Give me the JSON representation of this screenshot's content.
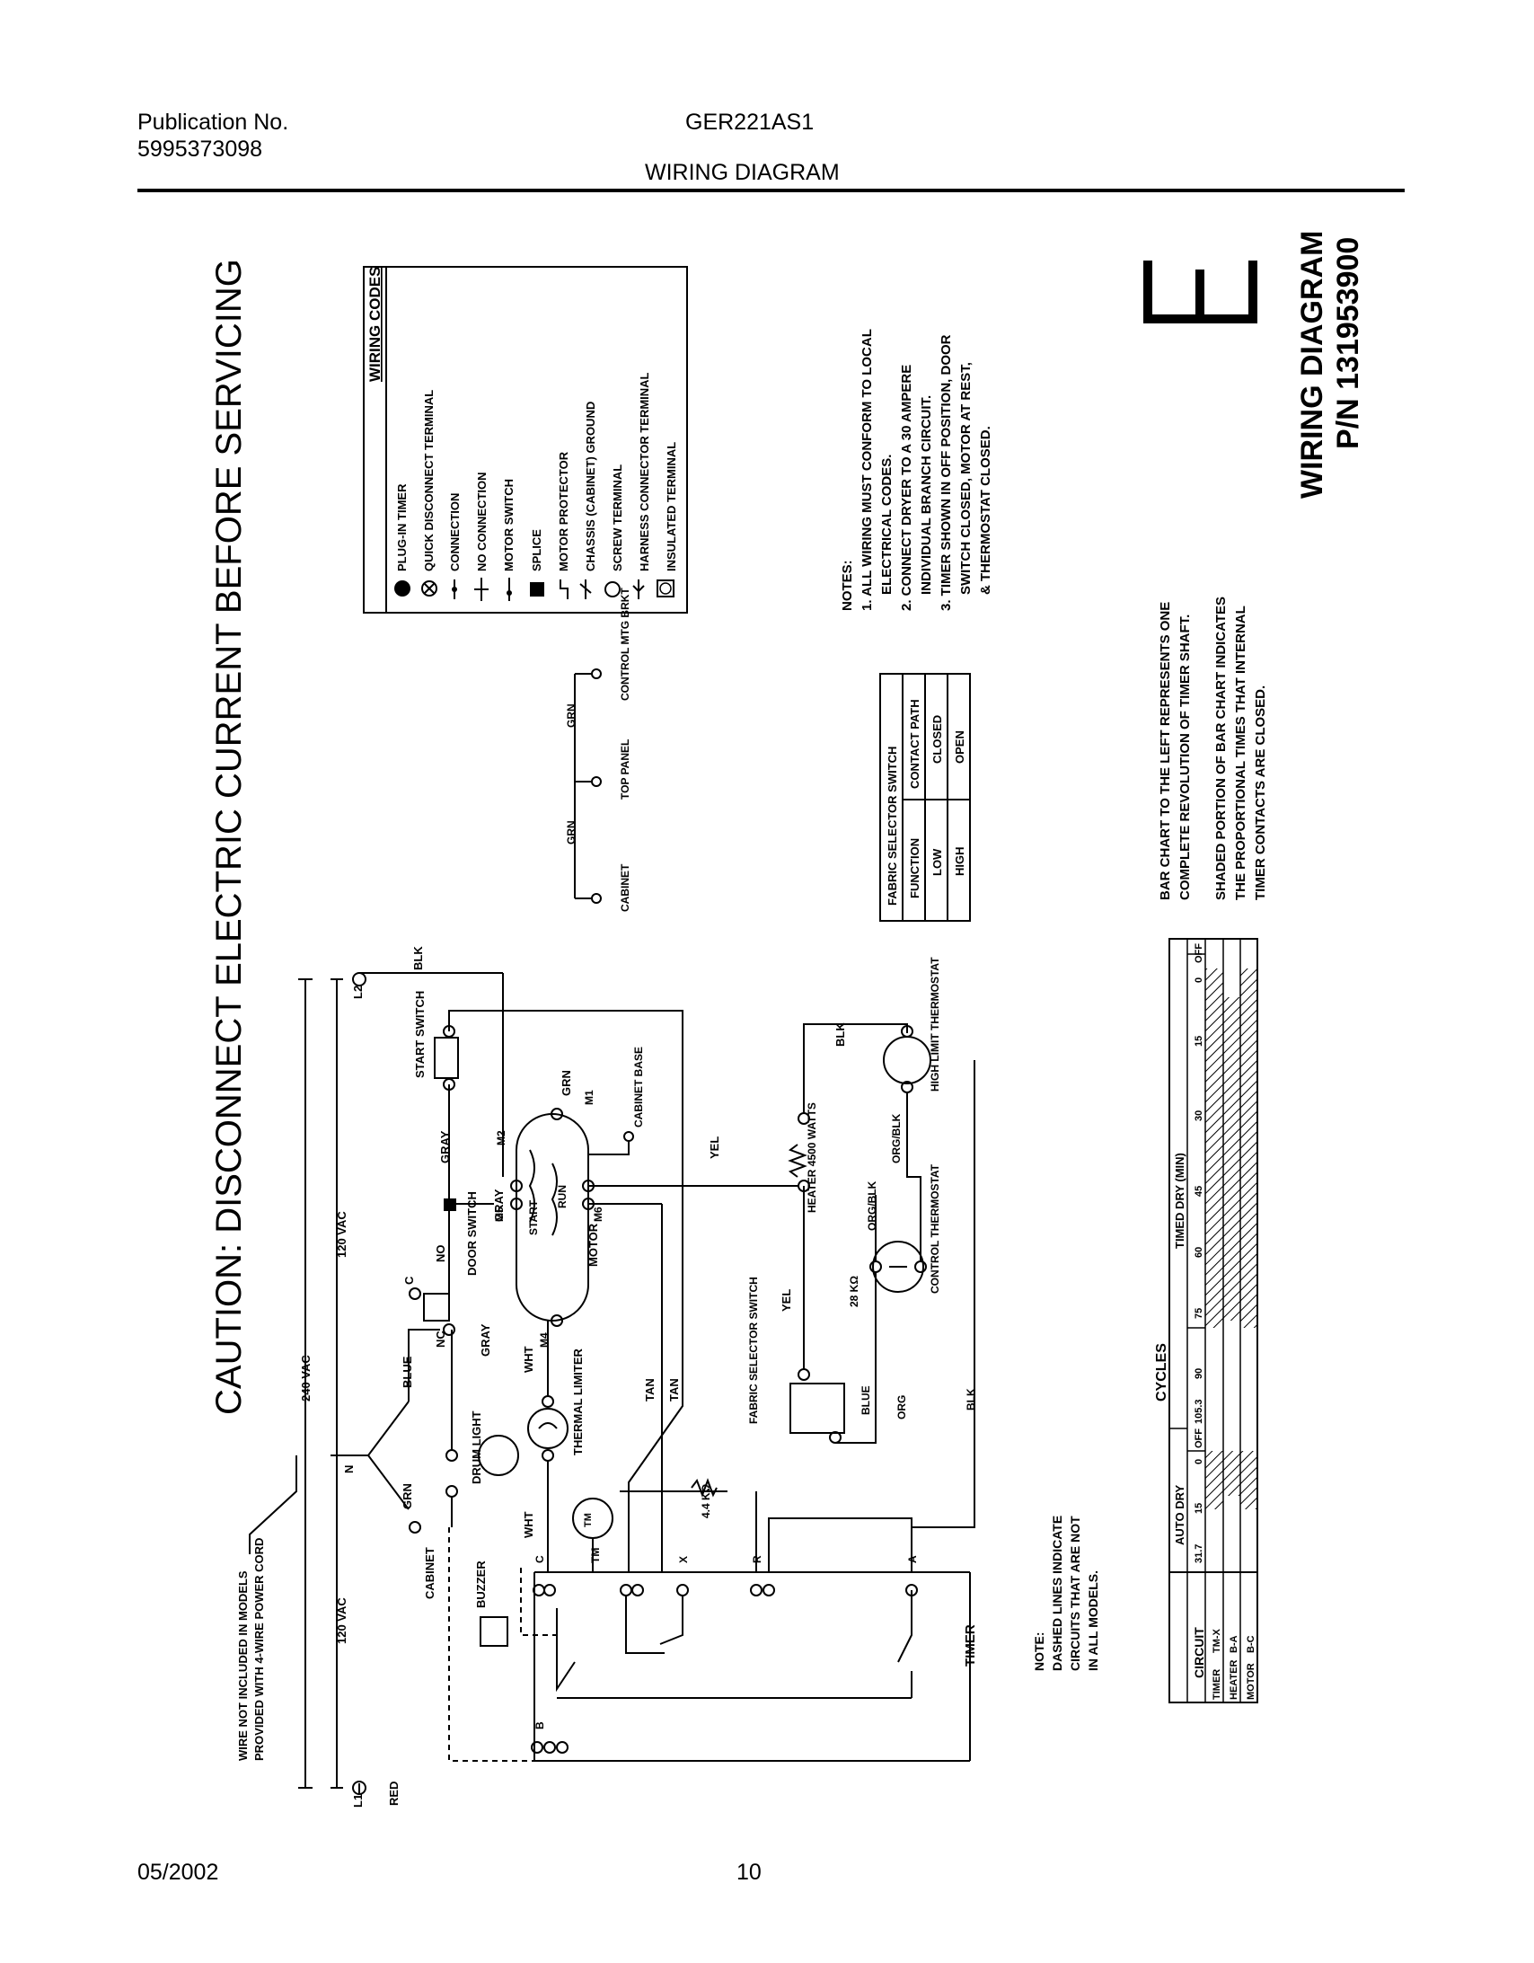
{
  "header": {
    "publication_label": "Publication No.",
    "publication_number": "5995373098",
    "model": "GER221AS1",
    "section_title": "WIRING DIAGRAM"
  },
  "footer": {
    "date": "05/2002",
    "page_number": "10"
  },
  "caution": "CAUTION: DISCONNECT ELECTRIC CURRENT BEFORE SERVICING",
  "wiring_codes": {
    "title": "WIRING CODES",
    "items": [
      "PLUG-IN TIMER",
      "QUICK DISCONNECT TERMINAL",
      "CONNECTION",
      "NO CONNECTION",
      "MOTOR SWITCH",
      "SPLICE",
      "MOTOR PROTECTOR",
      "CHASSIS (CABINET) GROUND",
      "SCREW TERMINAL",
      "HARNESS CONNECTOR TERMINAL",
      "INSULATED TERMINAL"
    ]
  },
  "notes": {
    "title": "NOTES:",
    "lines": [
      "1. ALL WIRING MUST CONFORM TO LOCAL",
      "ELECTRICAL CODES.",
      "2. CONNECT DRYER TO A 30 AMPERE",
      "INDIVIDUAL BRANCH CIRCUIT.",
      "3. TIMER SHOWN IN OFF POSITION, DOOR",
      "SWITCH CLOSED, MOTOR AT REST,",
      "& THERMOSTAT CLOSED."
    ]
  },
  "diagram_title": {
    "line1": "WIRING DIAGRAM",
    "line2": "P/N 131953900",
    "letter": "E"
  },
  "fabric_table": {
    "title": "FABRIC SELECTOR SWITCH",
    "headers": [
      "FUNCTION",
      "CONTACT PATH"
    ],
    "rows": [
      [
        "LOW",
        "CLOSED"
      ],
      [
        "HIGH",
        "OPEN"
      ]
    ]
  },
  "bar_chart_notes": [
    "BAR CHART TO THE LEFT REPRESENTS ONE",
    "COMPLETE REVOLUTION OF TIMER SHAFT.",
    "SHADED PORTION OF BAR CHART INDICATES",
    "THE PROPORTIONAL TIMES THAT INTERNAL",
    "TIMER CONTACTS ARE CLOSED."
  ],
  "cycles_chart": {
    "title": "CYCLES",
    "circuit_header": "CIRCUIT",
    "auto_dry": "AUTO DRY",
    "timed_dry": "TIMED DRY (MIN)",
    "off": "OFF",
    "auto_ticks": [
      "31.7",
      "15",
      "0"
    ],
    "timed_ticks": [
      "105.3",
      "90",
      "75",
      "60",
      "45",
      "30",
      "15",
      "0"
    ],
    "rows": [
      [
        "TIMER",
        "TM-X"
      ],
      [
        "HEATER",
        "B-A"
      ],
      [
        "MOTOR",
        "B-C"
      ]
    ]
  },
  "dashed_note": [
    "NOTE:",
    "DASHED LINES INDICATE",
    "CIRCUITS THAT ARE NOT",
    "IN ALL MODELS."
  ],
  "wire_note": [
    "WIRE NOT INCLUDED IN MODELS",
    "PROVIDED WITH 4-WIRE POWER CORD"
  ],
  "labels": {
    "l1": "L1",
    "l2": "L2",
    "n": "N",
    "red": "RED",
    "blk": "BLK",
    "v240": "240 VAC",
    "v120a": "120 VAC",
    "v120b": "120 VAC",
    "blue": "BLUE",
    "grn": "GRN",
    "cabinet": "CABINET",
    "buzzer": "BUZZER",
    "drum_light": "DRUM LIGHT",
    "door_switch": "DOOR SWITCH",
    "nc": "NC",
    "no": "NO",
    "c": "C",
    "start_switch": "START SWITCH",
    "gray": "GRAY",
    "wht": "WHT",
    "thermal_limiter": "THERMAL LIMITER",
    "tan": "TAN",
    "motor": "MOTOR",
    "start": "START",
    "run": "RUN",
    "m1": "M1",
    "m2": "M2",
    "m4": "M4",
    "m5": "M5",
    "m6": "M6",
    "cabinet_base": "CABINET BASE",
    "yel": "YEL",
    "heater": "HEATER 4500 WATTS",
    "high_limit": "HIGH LIMIT THERMOSTAT",
    "control_thermostat": "CONTROL THERMOSTAT",
    "org_blk": "ORG/BLK",
    "org": "ORG",
    "resistor_28k": "28 KΩ",
    "resistor_44k": "4.4 KΩ",
    "fabric_switch": "FABRIC SELECTOR SWITCH",
    "timer": "TIMER",
    "tm": "TM",
    "x": "X",
    "r": "R",
    "a": "A",
    "b": "B",
    "top_panel": "TOP PANEL",
    "control_mtg": "CONTROL MTG BRKT"
  }
}
